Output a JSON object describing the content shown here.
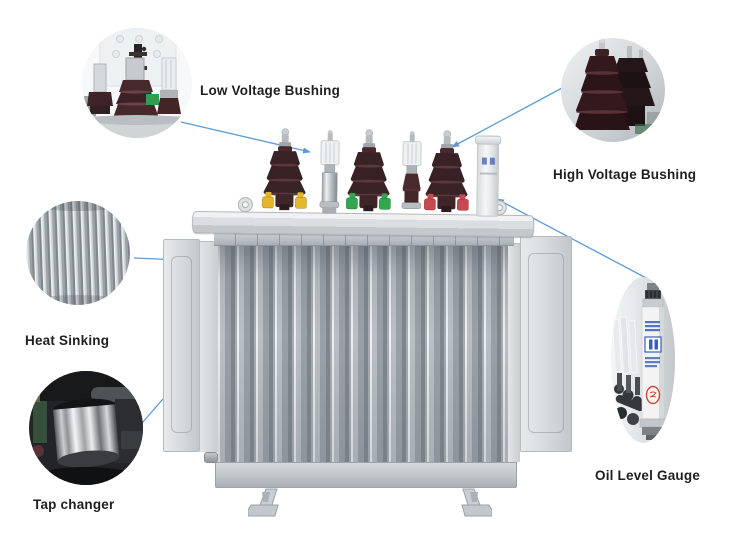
{
  "callouts": {
    "low_voltage_bushing": {
      "label": "Low Voltage Bushing"
    },
    "high_voltage_bushing": {
      "label": "High Voltage Bushing"
    },
    "heat_sinking": {
      "label": "Heat Sinking"
    },
    "tap_changer": {
      "label": "Tap changer"
    },
    "oil_level_gauge": {
      "label": "Oil Level Gauge"
    }
  },
  "colors": {
    "background": "#ffffff",
    "label_text": "#1f1f1f",
    "arrow": "#5b9bd5",
    "tank_body": "#d7dbde",
    "fin_light": "#d0d5d8",
    "fin_dark": "#8d959c",
    "bushing_porcelain": "#3a2326",
    "clamp_yellow": "#e3b62b",
    "clamp_green": "#31a750",
    "clamp_red": "#c64a50",
    "gauge_blue": "#3a5fb5",
    "sticker_red": "#d2452e"
  }
}
